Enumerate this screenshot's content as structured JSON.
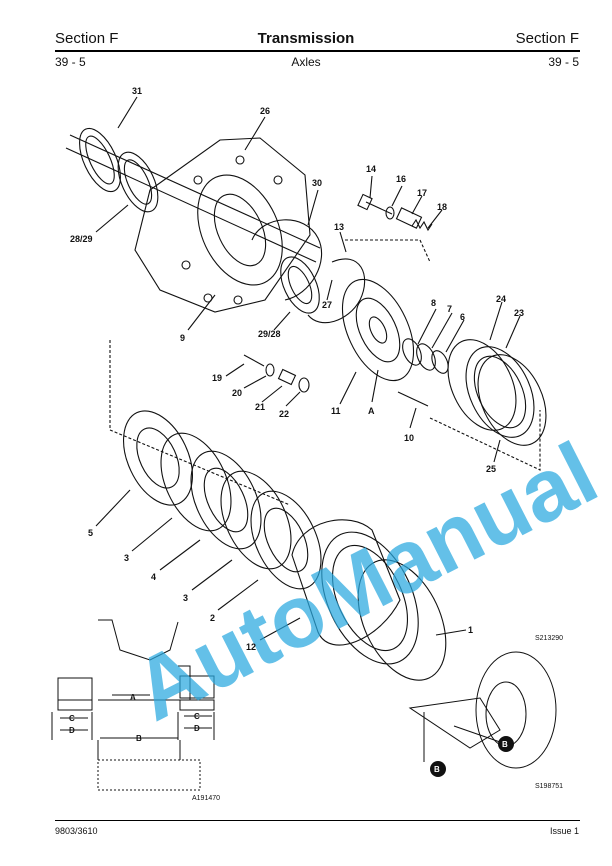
{
  "header": {
    "section_left": "Section F",
    "title": "Transmission",
    "section_right": "Section F",
    "page_left": "39 - 5",
    "subtitle": "Axles",
    "page_right": "39 - 5"
  },
  "footer": {
    "left": "9803/3610",
    "right": "Issue 1"
  },
  "diagram": {
    "part_numbers": [
      "31",
      "26",
      "30",
      "14",
      "16",
      "17",
      "18",
      "13",
      "28/29",
      "27",
      "29/28",
      "8",
      "7",
      "6",
      "24",
      "23",
      "9",
      "19",
      "20",
      "21",
      "22",
      "11",
      "A",
      "10",
      "5",
      "3",
      "4",
      "3",
      "2",
      "12",
      "1",
      "25"
    ],
    "reference_main": "S213290",
    "reference_detail_left": "A191470",
    "reference_detail_right": "S198751",
    "dimension_labels": [
      "A",
      "B",
      "C",
      "D",
      "C",
      "D"
    ],
    "callout_label": "B",
    "watermark": "AutoManual"
  }
}
